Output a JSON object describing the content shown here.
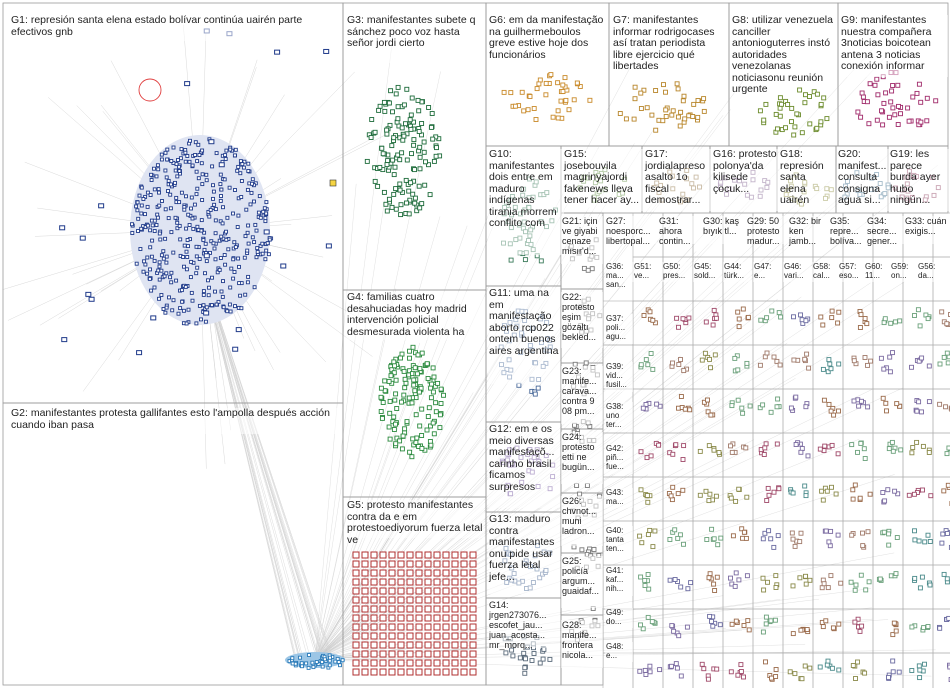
{
  "groups": [
    {
      "id": "g1",
      "label": "G1: represión santa elena estado bolívar continúa uairén parte efectivos gnb",
      "color": "#1f3a8a"
    },
    {
      "id": "g2",
      "label": "G2: manifestantes protesta gallifantes esto l'ampolla después acción cuando iban pasa",
      "color": "#2a7ab8"
    },
    {
      "id": "g3",
      "label": "G3: manifestantes subete q sánchez poco voz hasta señor jordi cierto",
      "color": "#1d6b3a"
    },
    {
      "id": "g4",
      "label": "G4: familias cuatro desahuciadas hoy madrid intervención policial desmesurada violenta ha",
      "color": "#2b8a3e"
    },
    {
      "id": "g5",
      "label": "G5: protesto manifestantes contra da e em protestoediyorum fuerza letal ve",
      "color": "#b03030"
    },
    {
      "id": "g6",
      "label": "G6: em da manifestação na guilhermeboulos greve estive hoje dos funcionários",
      "color": "#c98a2a"
    },
    {
      "id": "g7",
      "label": "G7: manifestantes informar rodrigocases así tratan periodista libre ejercicio qué libertades",
      "color": "#b8862a"
    },
    {
      "id": "g8",
      "label": "G8: utilizar venezuela canciller antonioguterres instó autoridades venezolanas noticiasonu reunión urgente",
      "color": "#6a8a2a"
    },
    {
      "id": "g9",
      "label": "G9: manifestantes nuestra compañera 3noticias boicotean antena 3 noticias conexión informar",
      "color": "#a02a6a"
    },
    {
      "id": "g10",
      "label": "G10: manifestantes dois entre em maduro indígenas tirania morrem conflito com",
      "color": "#3a7a5a"
    },
    {
      "id": "g15",
      "label": "G15: josebouvila magrinyajordi fakenews lleva tener hacer ay...",
      "color": "#5a8a3a"
    },
    {
      "id": "g17",
      "label": "G17: jordialapreso asalto 1o fiscal demostrar...",
      "color": "#8a6a3a"
    },
    {
      "id": "g16",
      "label": "G16: protesto polonya'da kilisede çocuk...",
      "color": "#7a5a8a"
    },
    {
      "id": "g18",
      "label": "G18: represión santa elena uairén",
      "color": "#8a8a3a"
    },
    {
      "id": "g20",
      "label": "G20: manifest... consulta consigna agua si...",
      "color": "#3a6a8a"
    },
    {
      "id": "g19",
      "label": "G19: les parece burda ayer hubo ningún...",
      "color": "#8a3a5a"
    },
    {
      "id": "g21",
      "label": "G21: için ve giyabi cenaze mısır'd...",
      "color": "#6a6a6a"
    },
    {
      "id": "g27",
      "label": "G27: noesporc... libertopal...",
      "color": "#5a7a9a"
    },
    {
      "id": "g31",
      "label": "G31: ahora contin...",
      "color": "#7a9a5a"
    },
    {
      "id": "g30",
      "label": "G30: kaş bıyık tl...",
      "color": "#9a7a5a"
    },
    {
      "id": "g29",
      "label": "G29: 50 protesto madur...",
      "color": "#5a9a7a"
    },
    {
      "id": "g32",
      "label": "G32: bir ken jamb...",
      "color": "#9a5a7a"
    },
    {
      "id": "g35",
      "label": "G35: repre... bolíva...",
      "color": "#7a5a9a"
    },
    {
      "id": "g34",
      "label": "G34: secre... gener...",
      "color": "#5a5a9a"
    },
    {
      "id": "g33",
      "label": "G33: cuán exigis...",
      "color": "#9a9a5a"
    },
    {
      "id": "g11",
      "label": "G11: uma na em manifestação aborto rcp022 ontem buenos aires argentina",
      "color": "#4a6a9a"
    },
    {
      "id": "g12",
      "label": "G12: em e os meio diversas manifestaçõ... carinho brasil ficamos surpresos",
      "color": "#6a4a9a"
    },
    {
      "id": "g13",
      "label": "G13: maduro contra manifestantes onu pide usar fuerza letal jefe...",
      "color": "#3a5a8a"
    },
    {
      "id": "g14",
      "label": "G14: jrgen273076... escofet_jau... juan_acosta... mr_morq...",
      "color": "#5a6a7a"
    },
    {
      "id": "g22",
      "label": "G22: protesto eşim gözaltı bekled...",
      "color": "#7a6a5a"
    },
    {
      "id": "g23",
      "label": "G23: manife... carava... contra 9 08 pm...",
      "color": "#6a7a5a"
    },
    {
      "id": "g24",
      "label": "G24: protesto etti ne bugün...",
      "color": "#5a7a6a"
    },
    {
      "id": "g26",
      "label": "G26: chvnot... muni ladron...",
      "color": "#8a5a5a"
    },
    {
      "id": "g25",
      "label": "G25: policía argum... guaidaf...",
      "color": "#5a5a8a"
    },
    {
      "id": "g28",
      "label": "G28: manife... frontera nicola...",
      "color": "#8a7a4a"
    }
  ],
  "extra_labels": [
    {
      "label": "G36: ma... san..."
    },
    {
      "label": "G51: ve..."
    },
    {
      "label": "G50: pres..."
    },
    {
      "label": "G45: sold..."
    },
    {
      "label": "G44: türk..."
    },
    {
      "label": "G47: e..."
    },
    {
      "label": "G46: vari..."
    },
    {
      "label": "G58: cal..."
    },
    {
      "label": "G57: eso..."
    },
    {
      "label": "G60: 11..."
    },
    {
      "label": "G59: on..."
    },
    {
      "label": "G56: da..."
    },
    {
      "label": "G37: poli... agu..."
    },
    {
      "label": "G39: vid... fusil..."
    },
    {
      "label": "G38: uno ter..."
    },
    {
      "label": "G42: piñ... fue..."
    },
    {
      "label": "G43: ma..."
    },
    {
      "label": "G40: tanta ten..."
    },
    {
      "label": "G41: kaf... nih..."
    },
    {
      "label": "G49: do..."
    },
    {
      "label": "G48: e..."
    }
  ]
}
